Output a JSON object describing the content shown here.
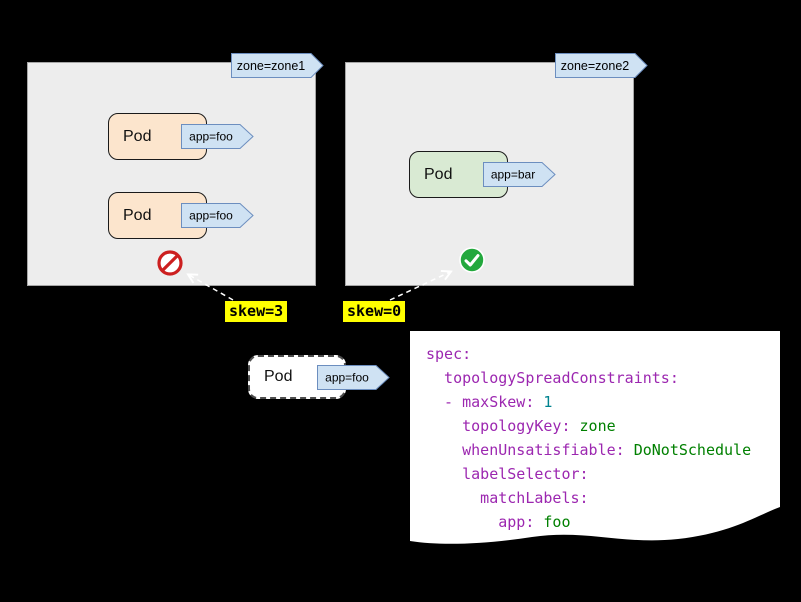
{
  "zone1": {
    "label": "zone=zone1",
    "skew": "skew=3",
    "status": "not-allowed",
    "pods": [
      {
        "name": "Pod",
        "tag": "app=foo"
      },
      {
        "name": "Pod",
        "tag": "app=foo"
      }
    ]
  },
  "zone2": {
    "label": "zone=zone2",
    "skew": "skew=0",
    "status": "allowed",
    "pods": [
      {
        "name": "Pod",
        "tag": "app=bar"
      }
    ]
  },
  "incoming_pod": {
    "name": "Pod",
    "tag": "app=foo"
  },
  "yaml": {
    "lines": [
      {
        "indent": 0,
        "key": "spec:",
        "value": "",
        "type": "none"
      },
      {
        "indent": 2,
        "key": "topologySpreadConstraints:",
        "value": "",
        "type": "none"
      },
      {
        "indent": 2,
        "key": "- maxSkew:",
        "value": "1",
        "type": "number"
      },
      {
        "indent": 4,
        "key": "topologyKey:",
        "value": "zone",
        "type": "string"
      },
      {
        "indent": 4,
        "key": "whenUnsatisfiable:",
        "value": "DoNotSchedule",
        "type": "string"
      },
      {
        "indent": 4,
        "key": "labelSelector:",
        "value": "",
        "type": "none"
      },
      {
        "indent": 6,
        "key": "matchLabels:",
        "value": "",
        "type": "none"
      },
      {
        "indent": 8,
        "key": "app:",
        "value": "foo",
        "type": "string"
      }
    ]
  },
  "icons": {
    "zone1_status": "no-entry-icon",
    "zone2_status": "check-icon"
  },
  "colors": {
    "background": "#000000",
    "zone_fill": "#ededed",
    "zone_border": "#a6a6a6",
    "pod_foo_fill": "#fce5cd",
    "pod_bar_fill": "#d9ead3",
    "pod_border": "#1a1a1a",
    "tag_fill": "#cfe2f3",
    "tag_border": "#6c8ebf",
    "skew_highlight": "#ffff00",
    "arrow": "#ffffff",
    "no_icon": "#cc1f1f",
    "check_icon": "#23a83d",
    "yaml_key": "#9c27b0",
    "yaml_number": "#00838f",
    "yaml_string": "#008000"
  }
}
